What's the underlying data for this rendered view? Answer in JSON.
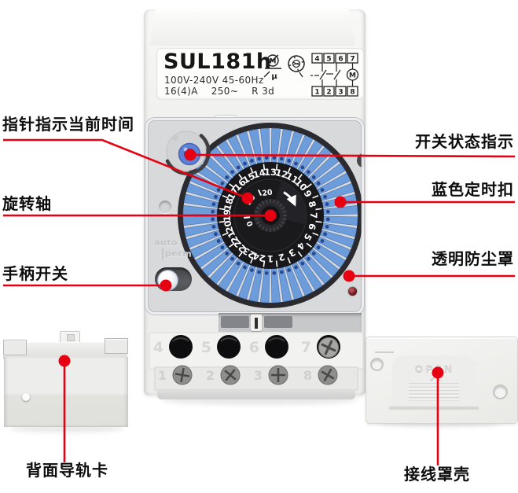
{
  "annotations": {
    "pointer": "指针指示当前时间",
    "rotary_shaft": "旋转轴",
    "handle_switch": "手柄开关",
    "switch_status": "开关状态指示",
    "blue_timer_tab": "蓝色定时扣",
    "dust_cover": "透明防尘罩",
    "rail_clip": "背面导轨卡",
    "wiring_cover": "接线罩壳"
  },
  "device": {
    "model": "SUL181h",
    "spec_line1": "100V-240V 45-60Hz",
    "spec_line2": "16(4)A    250~    R 3d",
    "mode_auto": "auto",
    "mode_perm": "perm",
    "label_icons": [
      "motor-mu-icon",
      "dial-icon",
      "wiring-diagram-icon"
    ],
    "mu_symbol": "μ",
    "motor_letter": "M",
    "diagram": {
      "top_terminals": [
        "4",
        "5",
        "6",
        "7"
      ],
      "bottom_terminals": [
        "1",
        "2",
        "3",
        "8"
      ]
    },
    "dial": {
      "hours_clockwise_from_top": [
        "13",
        "12",
        "11",
        "10",
        "9",
        "8",
        "7",
        "6",
        "5",
        "4",
        "3",
        "2",
        "1",
        "24",
        "23",
        "22",
        "21",
        "20",
        "19",
        "18",
        "17",
        "16",
        "15",
        "14"
      ],
      "minute_labels": [
        "20",
        "30",
        "0"
      ]
    },
    "terminals": {
      "top_row": [
        "4",
        "5",
        "6",
        "7"
      ],
      "bottom_row": [
        "1",
        "2",
        "3",
        "8"
      ]
    }
  },
  "cover_unit": {
    "embossed_text": "OPEN"
  },
  "colors": {
    "annotation_red": "#e60012",
    "dial_blue": "#6d9cda",
    "dial_ring_black": "#18181a",
    "knob_blue": "#5c80d6",
    "panel_gray": "#d8d9db"
  }
}
